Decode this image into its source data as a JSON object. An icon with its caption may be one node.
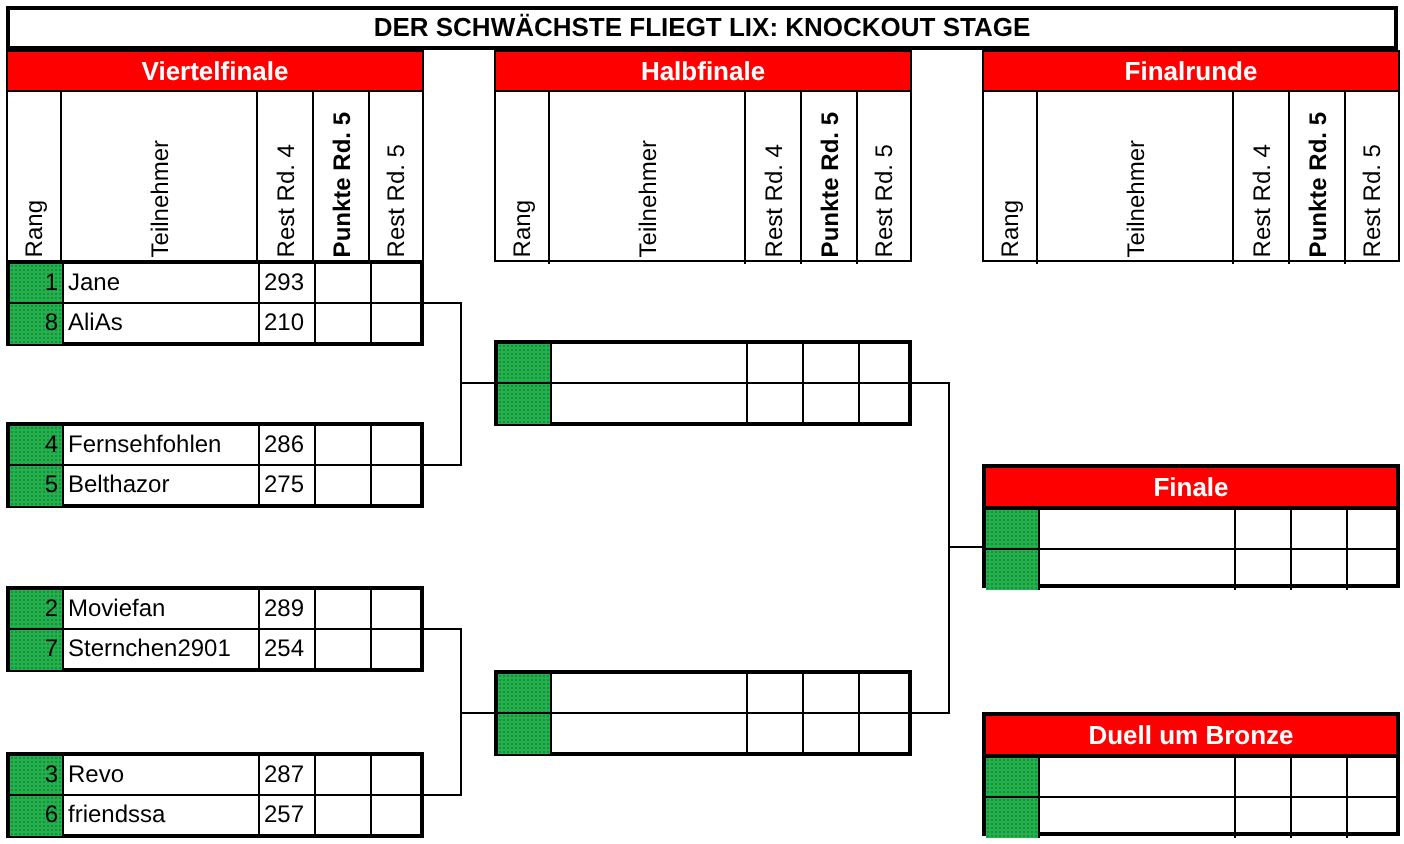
{
  "diagram": {
    "title": "DER SCHWÄCHSTE FLIEGT LIX: KNOCKOUT STAGE",
    "nodes": [
      {
        "text": [
          "Viertelfinale",
          "Rang",
          "Teilnehmer",
          "Rest Rd. 4",
          "Punkte Rd. 5",
          "Rest Rd. 5"
        ]
      },
      {
        "text": [
          "Halbfinale",
          "Rang",
          "Teilnehmer",
          "Rest Rd. 4",
          "Punkte Rd. 5",
          "Rest Rd. 5"
        ]
      },
      {
        "text": [
          "Finalrunde",
          "Rang",
          "Teilnehmer",
          "Rest Rd. 4",
          "Punkte Rd. 5",
          "Rest Rd. 5"
        ]
      },
      {
        "text": [
          "1",
          "Jane",
          "293",
          "8",
          "AliAs",
          "210"
        ]
      },
      {
        "text": [
          "4",
          "Fernsehfohlen",
          "286",
          "5",
          "Belthazor",
          "275"
        ]
      },
      {
        "text": [
          "2",
          "Moviefan",
          "289",
          "7",
          "Sternchen2901",
          "254"
        ]
      },
      {
        "text": [
          "3",
          "Revo",
          "287",
          "6",
          "friendssa",
          "257"
        ]
      },
      {
        "text": [],
        "shape": "box"
      },
      {
        "text": [],
        "shape": "box"
      },
      {
        "text": [
          "Finale"
        ]
      },
      {
        "text": [
          "Duell um Bronze"
        ]
      }
    ],
    "edges": [
      {
        "from": 3,
        "to": 7,
        "arrow": "none"
      },
      {
        "from": 4,
        "to": 7,
        "arrow": "none"
      },
      {
        "from": 5,
        "to": 8,
        "arrow": "none"
      },
      {
        "from": 6,
        "to": 8,
        "arrow": "none"
      },
      {
        "from": 7,
        "to": 9,
        "arrow": "none"
      },
      {
        "from": 8,
        "to": 9,
        "arrow": "none"
      }
    ]
  }
}
